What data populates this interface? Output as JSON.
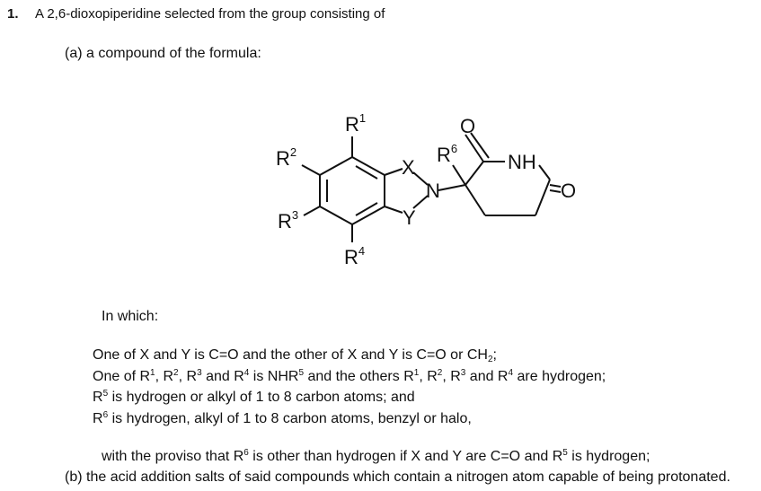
{
  "claim": {
    "number": "1.",
    "intro": "A 2,6-dioxopiperidine selected from the group consisting of",
    "part_a": "(a) a compound of the formula:",
    "in_which": "In which:",
    "conditions": {
      "line1": {
        "text": "One of X and Y is C=O and the other of X and Y is C=O or CH",
        "sub": "2",
        "end": ";"
      },
      "line2": {
        "p1": "One of R",
        "s1": "1",
        "p2": ", R",
        "s2": "2",
        "p3": ", R",
        "s3": "3",
        "p4": " and R",
        "s4": "4",
        "p5": " is NHR",
        "s5": "5",
        "p6": " and the others R",
        "s6": "1",
        "p7": ", R",
        "s7": "2",
        "p8": ", R",
        "s8": "3",
        "p9": " and R",
        "s9": "4",
        "p10": " are hydrogen;"
      },
      "line3": {
        "p1": "R",
        "s1": "5",
        "p2": " is hydrogen or alkyl of 1 to 8 carbon atoms; and"
      },
      "line4": {
        "p1": "R",
        "s1": "6",
        "p2": " is hydrogen, alkyl of 1 to 8 carbon atoms, benzyl or halo,"
      }
    },
    "proviso": {
      "p1": "with the proviso that R",
      "s1": "6",
      "p2": " is other than hydrogen if X and Y are C=O and R",
      "s2": "5",
      "p3": " is hydrogen;"
    },
    "part_b": "(b) the acid addition salts of said compounds which contain a nitrogen atom capable of being protonated."
  },
  "structure": {
    "r1": "R",
    "r1_sup": "1",
    "r2": "R",
    "r2_sup": "2",
    "r3": "R",
    "r3_sup": "3",
    "r4": "R",
    "r4_sup": "4",
    "r6": "R",
    "r6_sup": "6",
    "x": "X",
    "y": "Y",
    "n": "N",
    "nh": "NH",
    "o": "O"
  }
}
